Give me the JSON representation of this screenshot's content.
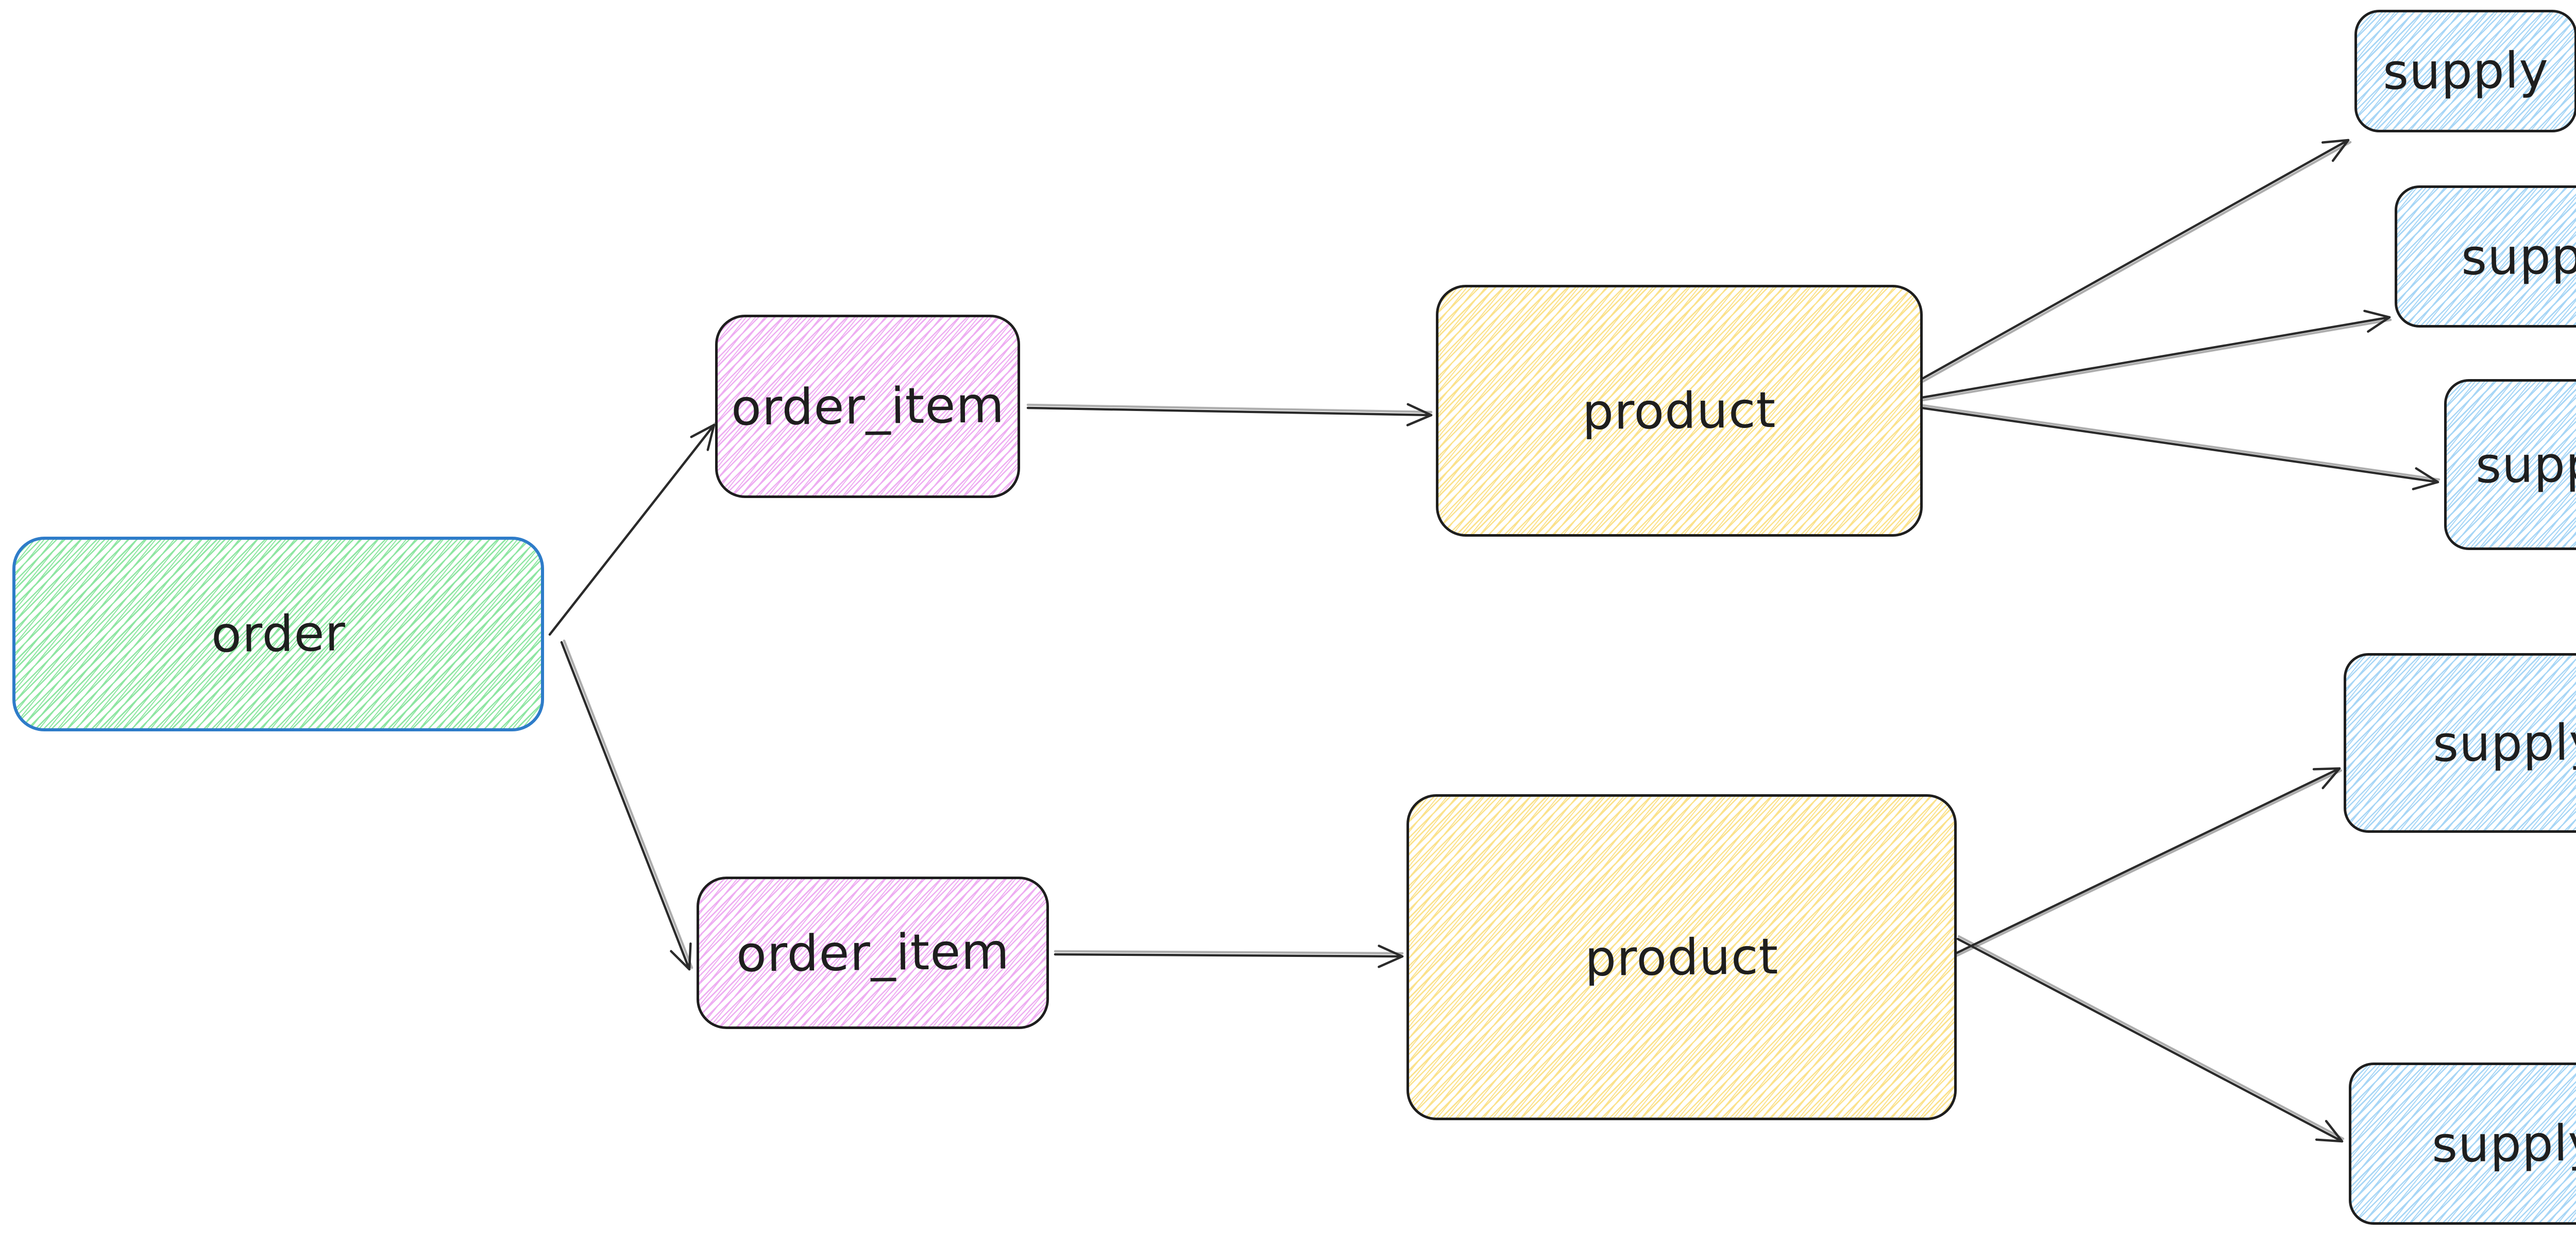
{
  "diagram": {
    "background": "#ffffff",
    "arrow_color": "#2b2b2b",
    "text_color": "#1e1e1e",
    "nodes": [
      {
        "id": "order",
        "label": "order",
        "stroke": "#2e7cc9",
        "hatch": "#8ee6a2"
      },
      {
        "id": "order_item_top",
        "label": "order_item",
        "stroke": "#1e1e1e",
        "hatch": "#eeadf2"
      },
      {
        "id": "order_item_bottom",
        "label": "order_item",
        "stroke": "#1e1e1e",
        "hatch": "#eeadf2"
      },
      {
        "id": "product_top",
        "label": "product",
        "stroke": "#1e1e1e",
        "hatch": "#fbe28c"
      },
      {
        "id": "product_bottom",
        "label": "product",
        "stroke": "#1e1e1e",
        "hatch": "#fbe28c"
      },
      {
        "id": "supply_1",
        "label": "supply",
        "stroke": "#1e1e1e",
        "hatch": "#a7d6f6"
      },
      {
        "id": "supply_2",
        "label": "supply",
        "stroke": "#1e1e1e",
        "hatch": "#a7d6f6"
      },
      {
        "id": "supply_3",
        "label": "supply",
        "stroke": "#1e1e1e",
        "hatch": "#a7d6f6"
      },
      {
        "id": "supply_4",
        "label": "supply",
        "stroke": "#1e1e1e",
        "hatch": "#a7d6f6"
      },
      {
        "id": "supply_5",
        "label": "supply",
        "stroke": "#1e1e1e",
        "hatch": "#a7d6f6"
      }
    ],
    "edges": [
      {
        "from": "order",
        "to": "order_item_top"
      },
      {
        "from": "order",
        "to": "order_item_bottom"
      },
      {
        "from": "order_item_top",
        "to": "product_top"
      },
      {
        "from": "order_item_bottom",
        "to": "product_bottom"
      },
      {
        "from": "product_top",
        "to": "supply_1"
      },
      {
        "from": "product_top",
        "to": "supply_2"
      },
      {
        "from": "product_top",
        "to": "supply_3"
      },
      {
        "from": "product_bottom",
        "to": "supply_4"
      },
      {
        "from": "product_bottom",
        "to": "supply_5"
      }
    ]
  }
}
